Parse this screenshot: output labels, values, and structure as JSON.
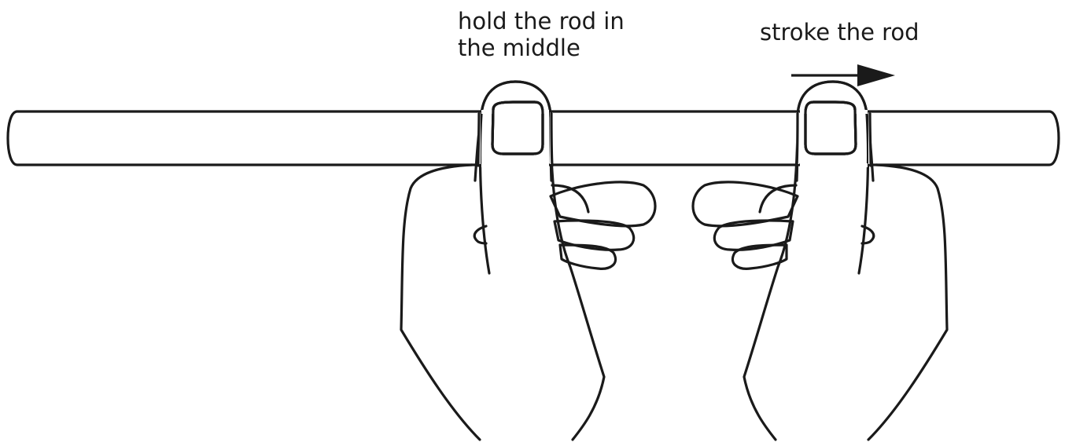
{
  "labels": {
    "hold_line1": "hold the rod in",
    "hold_line2": "the middle",
    "stroke": "stroke the rod"
  },
  "colors": {
    "ink": "#1a1a1a",
    "background": "#ffffff"
  },
  "icons": {
    "arrow": "right-arrow-icon"
  }
}
